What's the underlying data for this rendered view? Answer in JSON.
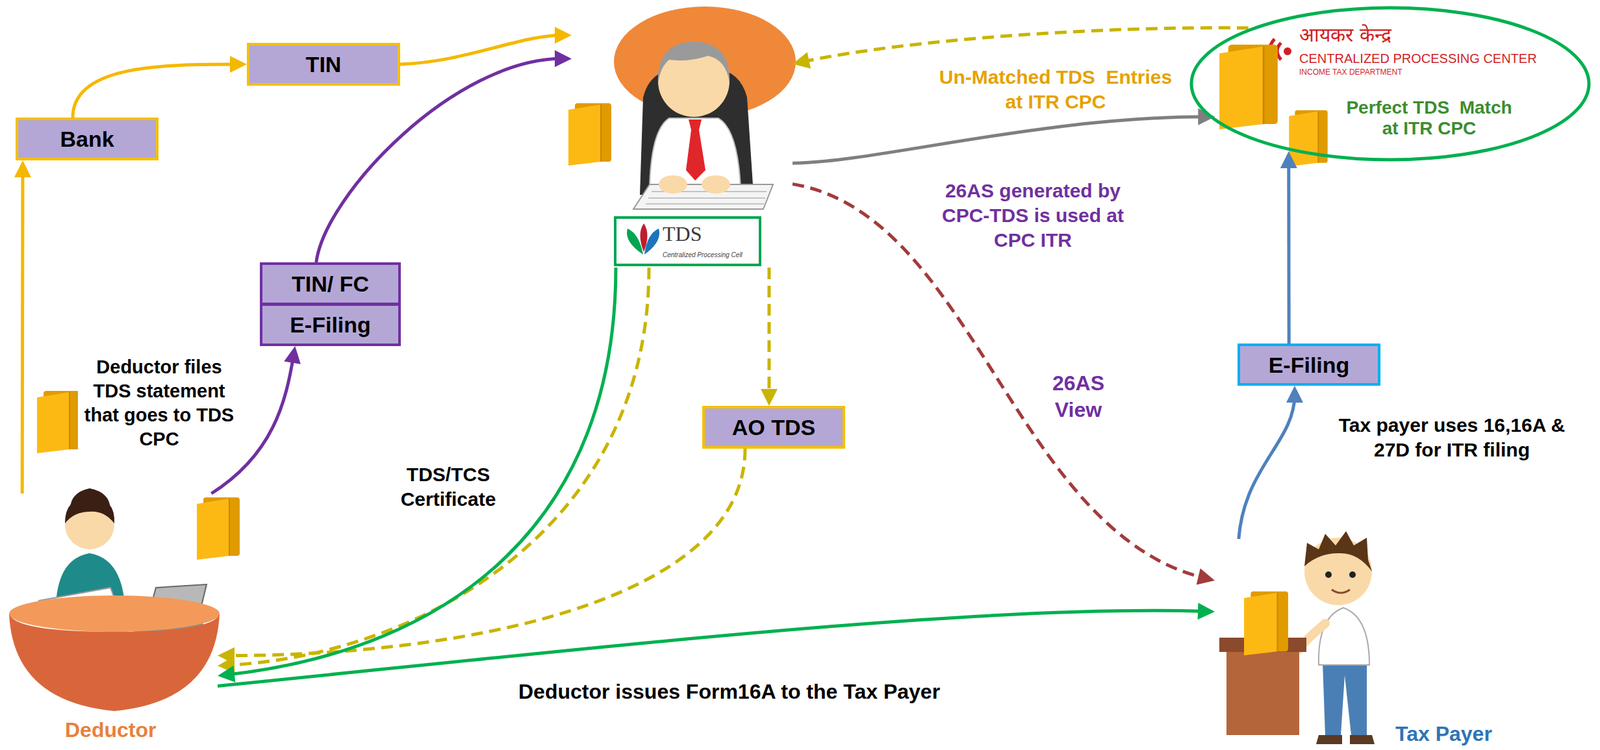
{
  "diagram": {
    "nodes": [
      {
        "text": [
          "TIN"
        ]
      },
      {
        "text": [
          "Bank"
        ]
      },
      {
        "text": [
          "TDS",
          "Centralized Processing Cell"
        ]
      },
      {
        "text": [
          "आयकर केन्द्र",
          "CENTRALIZED PROCESSING CENTER",
          "INCOME TAX DEPARTMENT",
          "Perfect TDS  Match at ITR CPC"
        ]
      },
      {
        "text": [
          "TIN/ FC"
        ]
      },
      {
        "text": [
          "E-Filing"
        ]
      },
      {
        "text": [
          "AO TDS"
        ]
      },
      {
        "text": [
          "E-Filing"
        ]
      },
      {
        "text": [
          "Deductor"
        ]
      },
      {
        "text": [
          "Tax Payer"
        ]
      }
    ],
    "edges": [
      {
        "from": 1,
        "to": 0,
        "arrow": "to"
      },
      {
        "from": 0,
        "to": 2,
        "arrow": "to"
      },
      {
        "from": 8,
        "to": 1,
        "arrow": "to"
      },
      {
        "from": 8,
        "to": 5,
        "label": "Deductor files TDS statement that goes to TDS CPC",
        "arrow": "to"
      },
      {
        "from": 4,
        "to": 2,
        "arrow": "to"
      },
      {
        "from": 2,
        "to": 3,
        "label": "26AS generated by CPC-TDS is used at CPC ITR",
        "arrow": "to"
      },
      {
        "from": 3,
        "to": 2,
        "label": "Un-Matched TDS  Entries at ITR CPC",
        "arrow": "to"
      },
      {
        "from": 2,
        "to": 6,
        "arrow": "to"
      },
      {
        "from": 6,
        "to": 8,
        "arrow": "to"
      },
      {
        "from": 2,
        "to": 8,
        "arrow": "to"
      },
      {
        "from": 2,
        "to": 8,
        "label": "TDS/TCS Certificate",
        "arrow": "to"
      },
      {
        "from": 2,
        "to": 9,
        "label": "26AS View",
        "arrow": "to"
      },
      {
        "from": 8,
        "to": 9,
        "label": "Deductor issues Form16A to the Tax Payer",
        "arrow": "to"
      },
      {
        "from": 9,
        "to": 7,
        "label": "Tax payer uses 16,16A & 27D for ITR filing",
        "arrow": "to"
      },
      {
        "from": 7,
        "to": 3,
        "arrow": "to"
      }
    ]
  }
}
